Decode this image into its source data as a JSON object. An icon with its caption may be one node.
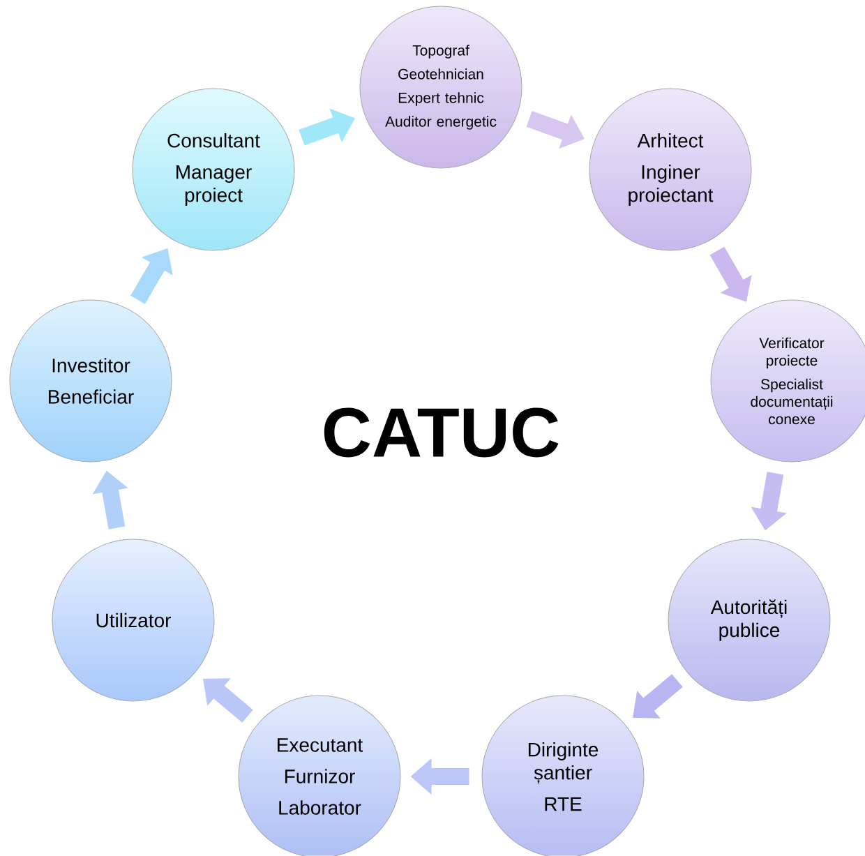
{
  "diagram": {
    "title": "CATUC",
    "nodes": [
      {
        "text": [
          "Topograf",
          "Geotehnician",
          "Expert tehnic",
          "Auditor energetic"
        ]
      },
      {
        "text": [
          "Arhitect",
          "Inginer proiectant"
        ]
      },
      {
        "text": [
          "Verificator proiecte",
          "Specialist documentații conexe"
        ]
      },
      {
        "text": [
          "Autorități publice"
        ]
      },
      {
        "text": [
          "Diriginte șantier",
          "RTE"
        ]
      },
      {
        "text": [
          "Executant",
          "Furnizor",
          "Laborator"
        ]
      },
      {
        "text": [
          "Utilizator"
        ]
      },
      {
        "text": [
          "Investitor",
          "Beneficiar"
        ]
      },
      {
        "text": [
          "Consultant",
          "Manager proiect"
        ]
      }
    ],
    "edges": [
      {
        "from": 0,
        "to": 1,
        "arrow": "to"
      },
      {
        "from": 1,
        "to": 2,
        "arrow": "to"
      },
      {
        "from": 2,
        "to": 3,
        "arrow": "to"
      },
      {
        "from": 3,
        "to": 4,
        "arrow": "to"
      },
      {
        "from": 4,
        "to": 5,
        "arrow": "to"
      },
      {
        "from": 5,
        "to": 6,
        "arrow": "to"
      },
      {
        "from": 6,
        "to": 7,
        "arrow": "to"
      },
      {
        "from": 7,
        "to": 8,
        "arrow": "to"
      },
      {
        "from": 8,
        "to": 0,
        "arrow": "to"
      }
    ]
  }
}
